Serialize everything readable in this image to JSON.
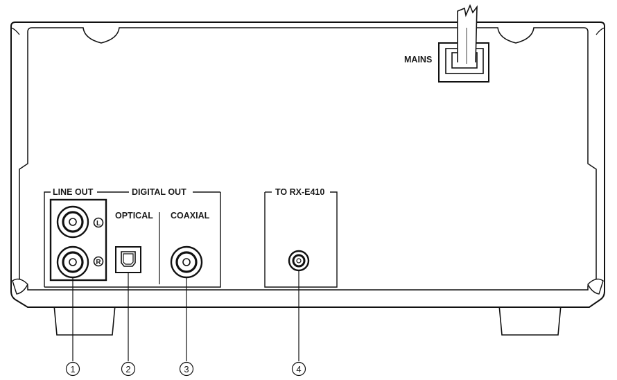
{
  "labels": {
    "mains": "MAINS",
    "line_out": "LINE OUT",
    "digital_out": "DIGITAL OUT",
    "optical": "OPTICAL",
    "coaxial": "COAXIAL",
    "to_rx": "TO RX-E410",
    "left": "L",
    "right": "R"
  },
  "callouts": [
    "1",
    "2",
    "3",
    "4"
  ]
}
